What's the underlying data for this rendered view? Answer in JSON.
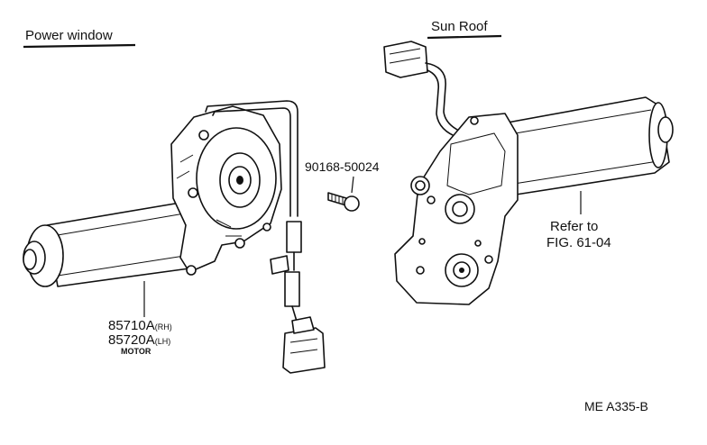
{
  "diagram": {
    "section_left_title": "Power window",
    "section_right_title": "Sun Roof",
    "screw_part_number": "90168-50024",
    "motor_part_rh": "85710A",
    "motor_part_rh_suffix": "(RH)",
    "motor_part_lh": "85720A",
    "motor_part_lh_suffix": "(LH)",
    "motor_caption": "MOTOR",
    "refer_line1": "Refer to",
    "refer_line2": "FIG. 61-04",
    "figure_code": "ME A335-B"
  }
}
